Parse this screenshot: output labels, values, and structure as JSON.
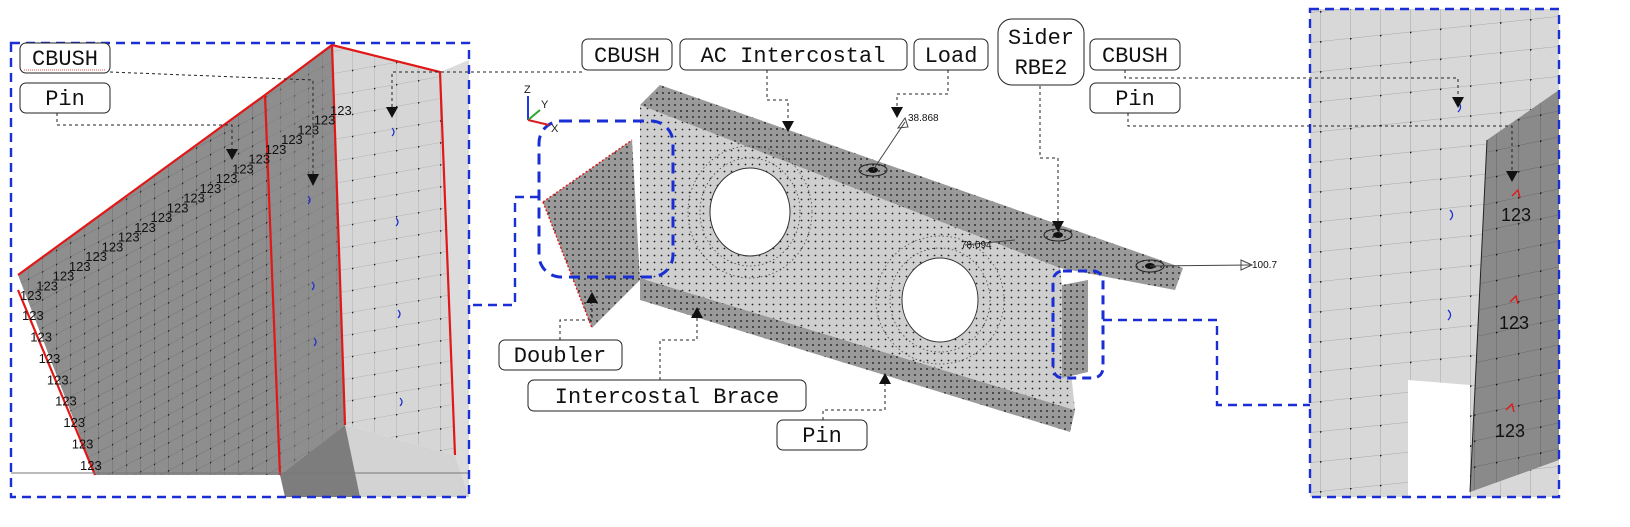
{
  "callouts": {
    "cbush_left": "CBUSH",
    "pin_left": "Pin",
    "cbush_mid": "CBUSH",
    "ac_intercostal": "AC Intercostal",
    "load": "Load",
    "sider_rbe2_line1": "Sider",
    "sider_rbe2_line2": "RBE2",
    "cbush_right": "CBUSH",
    "pin_right": "Pin",
    "doubler": "Doubler",
    "intercostal_brace": "Intercostal Brace",
    "pin_bottom": "Pin"
  },
  "load_values": {
    "top": "38.868",
    "middle": "78.094",
    "right": "100.7"
  },
  "axes": {
    "z": "Z",
    "y": "Y",
    "x": "X"
  },
  "dof_label": "123",
  "colors": {
    "zoom_frame": "#1a2ed6",
    "highlight_edge": "#e01818",
    "mesh_dark": "#8c8c8c",
    "mesh_light": "#d4d4d4"
  }
}
